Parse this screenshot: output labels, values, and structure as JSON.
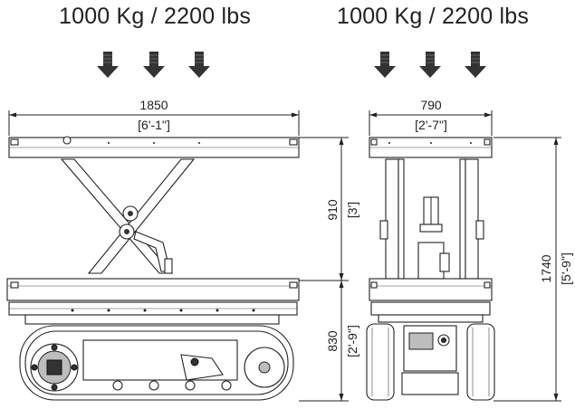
{
  "load": {
    "side_view": "1000 Kg / 2200 lbs",
    "front_view": "1000 Kg / 2200 lbs"
  },
  "dimensions": {
    "side_length_mm": "1850",
    "side_length_ft": "[6'-1\"]",
    "front_width_mm": "790",
    "front_width_ft": "[2'-7\"]",
    "lift_height_mm": "910",
    "lift_height_ft": "[3']",
    "base_height_mm": "830",
    "base_height_ft": "[2'-9\"]",
    "total_height_mm": "1740",
    "total_height_ft": "[5'-9\"]"
  },
  "colors": {
    "line": "#222222",
    "arrow": "#333333"
  }
}
